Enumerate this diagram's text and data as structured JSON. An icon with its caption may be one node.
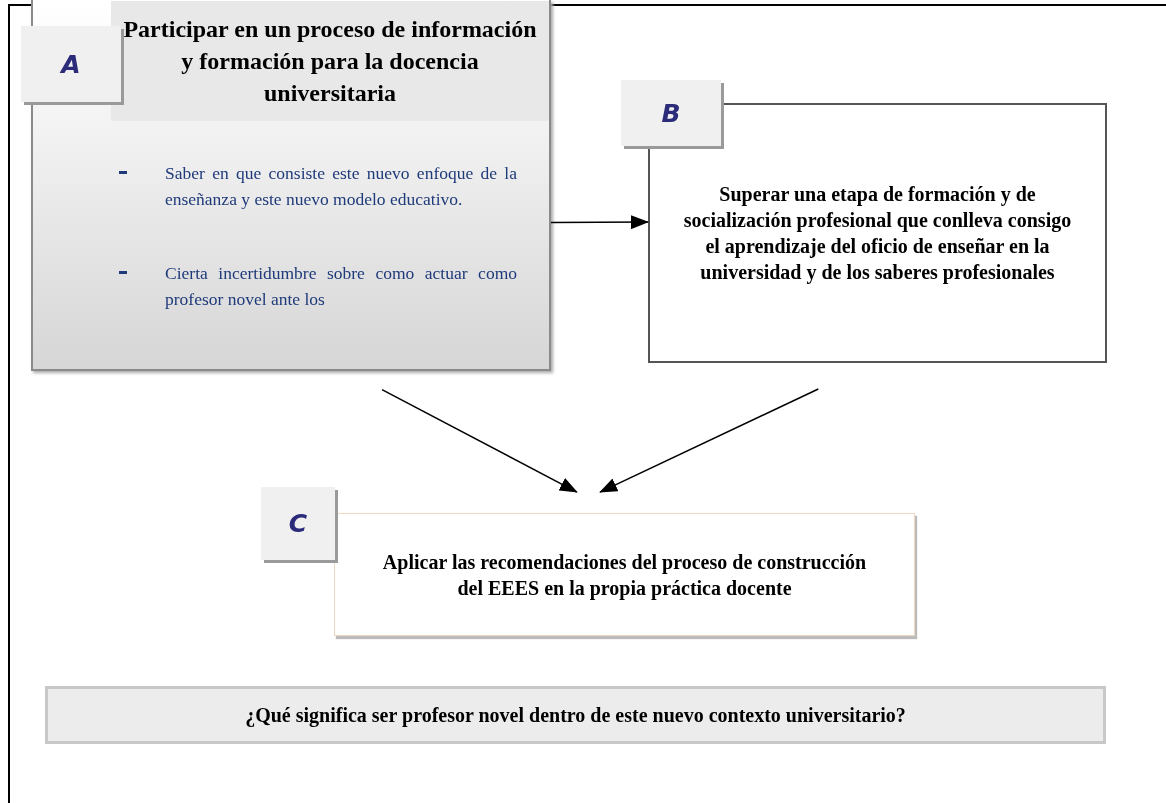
{
  "diagram": {
    "nodes": [
      {
        "text": [
          "A"
        ]
      },
      {
        "text": [
          "Participar en un proceso de información y formación para la docencia universitaria",
          "Saber en que consiste este nuevo enfoque de la enseñanza y este nuevo modelo educativo.",
          "Cierta incertidumbre sobre como actuar como profesor novel ante los"
        ]
      },
      {
        "text": [
          "B"
        ]
      },
      {
        "text": [
          "Superar una etapa de formación y de socialización profesional que conlleva consigo el aprendizaje del oficio de enseñar en la universidad y de los saberes profesionales"
        ]
      },
      {
        "text": [
          "C"
        ]
      },
      {
        "text": [
          "Aplicar las recomendaciones del proceso de construcción del EEES en la propia práctica docente"
        ]
      },
      {
        "text": [
          "¿Qué significa ser profesor novel dentro de este nuevo contexto universitario?"
        ]
      }
    ],
    "edges": [
      {
        "from": 1,
        "to": 3,
        "arrow": "to"
      },
      {
        "from": 1,
        "to": 5,
        "arrow": "to"
      },
      {
        "from": 3,
        "to": 5,
        "arrow": "to"
      }
    ]
  }
}
